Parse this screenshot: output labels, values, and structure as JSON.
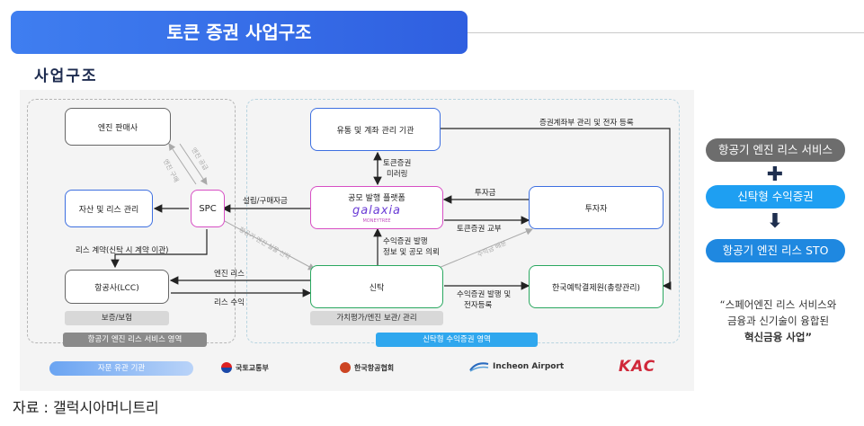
{
  "header": {
    "title": "토큰 증권 사업구조"
  },
  "section_title": "사업구조",
  "zones": {
    "left_label": "항공기 엔진 리스 서비스 영역",
    "right_label": "신탁형 수익증권 영역"
  },
  "nodes": {
    "engine_seller": "엔진 판매사",
    "asset_lease": "자산 및 리스 관리",
    "spc": "SPC",
    "airline": "항공사(LCC)",
    "airline_tag": "보증/보험",
    "distribution": "유통 및 계좌 관리 기관",
    "platform": "공모 발행 플랫폼",
    "platform_brand": "galaxia",
    "platform_brand_sub": "MONEYTREE",
    "investor": "투자자",
    "trust": "신탁",
    "trust_tag": "가치평가/엔진 보관/ 관리",
    "ksd": "한국예탁결제원(총량관리)"
  },
  "edge_labels": {
    "account_reg": "증권계좌부 관리 및 전자 등록",
    "token_mirror_1": "토큰증권",
    "token_mirror_2": "미러링",
    "establish_fund": "설립/구매자금",
    "invest_money": "투자금",
    "token_delivery": "토큰증권 교부",
    "issue_req_1": "수익증권 발행",
    "issue_req_2": "정보 및 공모 의뢰",
    "lease_contract": "리스 계약(신탁 시 계약 이관)",
    "engine_lease": "엔진 리스",
    "lease_income": "리스 수익",
    "issue_reg_1": "수익증권 발행 및",
    "issue_reg_2": "전자등록",
    "faint_engine_buy": "엔진 구매",
    "faint_engine_supply": "엔진 공급",
    "faint_real_trust": "항공기 엔진 실물 신탁",
    "faint_dividend": "수익금 배분"
  },
  "advisory": {
    "label": "자문 유관 기관",
    "logos": [
      "국토교통부",
      "한국항공협회",
      "Incheon Airport",
      "KAC"
    ]
  },
  "right_panel": {
    "step1": "항공기 엔진 리스 서비스",
    "plus": "✚",
    "step2": "신탁형 수익증권",
    "arrow": "⬇",
    "step3": "항공기 엔진 리스 STO",
    "quote_line1": "“스페어엔진 리스 서비스와",
    "quote_line2": "금융과 신기술이 융합된",
    "quote_line3": "혁신금융 사업”"
  },
  "source": "자료 : 갤럭시아머니트리"
}
